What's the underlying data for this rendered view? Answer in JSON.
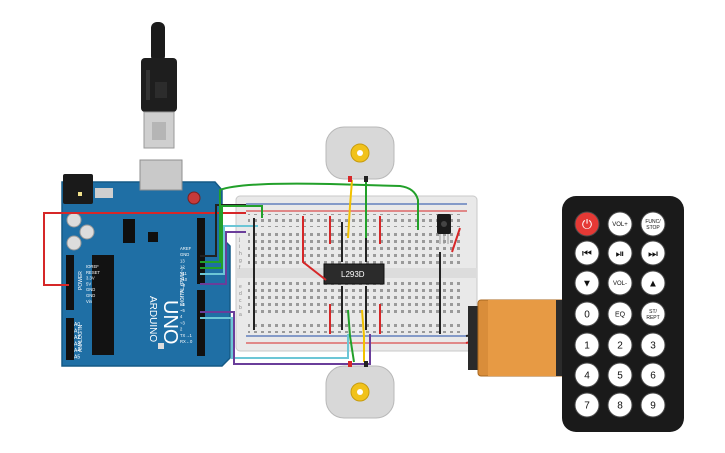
{
  "colors": {
    "arduino_board": "#1f6fa5",
    "breadboard": "#e9e9e9",
    "wire_red": "#d62728",
    "wire_black": "#222222",
    "wire_green": "#22a02a",
    "wire_yellow": "#f2c200",
    "wire_cyan": "#6cc6d6",
    "wire_purple": "#6a3d9a",
    "battery_orange": "#d98d3a",
    "remote_body": "#1a1a1a",
    "power_button": "#e53935"
  },
  "arduino": {
    "brand": "ARDUINO",
    "model": "UNO",
    "digital_label": "DIGITAL (PWM~)",
    "power_label": "POWER",
    "analog_label": "ANALOG IN",
    "power_pins": [
      "IOREF",
      "RESET",
      "3.3V",
      "5V",
      "GND",
      "GND",
      "Vin"
    ],
    "analog_pins": [
      "A0",
      "A1",
      "A2",
      "A3",
      "A4",
      "A5"
    ],
    "digital_pins": [
      "AREF",
      "GND",
      "13",
      "12",
      "~11",
      "~10",
      "~9",
      "8",
      "7",
      "~6",
      "~5",
      "4",
      "~3",
      "2",
      "TX→1",
      "RX←0"
    ]
  },
  "breadboard": {
    "row_letters_top": [
      "j",
      "i",
      "h",
      "g",
      "f"
    ],
    "row_letters_bottom": [
      "e",
      "d",
      "c",
      "b",
      "a"
    ]
  },
  "chip": {
    "label": "L293D"
  },
  "icons": {
    "usb": "usb-plug-icon",
    "motor": "dc-motor-icon",
    "ir": "ir-receiver-icon",
    "battery": "battery-9v-icon",
    "power": "power-icon",
    "prev": "skip-back-icon",
    "play": "play-pause-icon",
    "next": "skip-forward-icon",
    "down": "arrow-down-icon",
    "up": "arrow-up-icon"
  },
  "remote": {
    "power_symbol": "⏻",
    "vol_plus": "VOL+",
    "func_stop": "FUNC/STOP",
    "prev_symbol": "⏮",
    "play_symbol": "⏯",
    "next_symbol": "⏭",
    "down_symbol": "▼",
    "vol_minus": "VOL-",
    "up_symbol": "▲",
    "eq": "EQ",
    "st_rept": "ST/REPT",
    "digits": [
      "0",
      "1",
      "2",
      "3",
      "4",
      "5",
      "6",
      "7",
      "8",
      "9"
    ]
  }
}
